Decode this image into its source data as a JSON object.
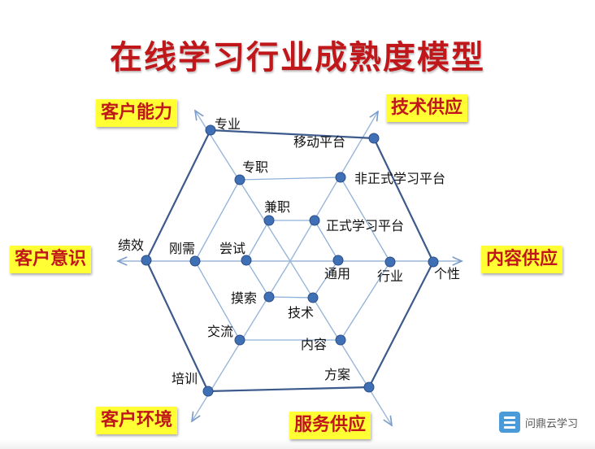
{
  "title": "在线学习行业成熟度模型",
  "axes": {
    "customer_capability": "客户能力",
    "tech_supply": "技术供应",
    "customer_awareness": "客户意识",
    "content_supply": "内容供应",
    "customer_environment": "客户环境",
    "service_supply": "服务供应"
  },
  "nodes": {
    "zhuanye": "专业",
    "zhuanzhi": "专职",
    "jianzhi": "兼职",
    "yidong": "移动平台",
    "feizhengshi": "非正式学习平台",
    "zhengshi": "正式学习平台",
    "jixiao": "绩效",
    "gangxu": "刚需",
    "changshi": "尝试",
    "tongyong": "通用",
    "hangye": "行业",
    "gexing": "个性",
    "mosuo": "摸索",
    "jishu": "技术",
    "jiaoliu": "交流",
    "neirong": "内容",
    "peixun": "培训",
    "fangan": "方案"
  },
  "colors": {
    "title": "#c0171b",
    "box_bg": "#ffff33",
    "box_text": "#c0171b",
    "line": "#3c5a8c",
    "node": "#3f6fb5"
  },
  "logo": {
    "text": "问鼎云学习",
    "icon": "logo-stack-icon"
  }
}
